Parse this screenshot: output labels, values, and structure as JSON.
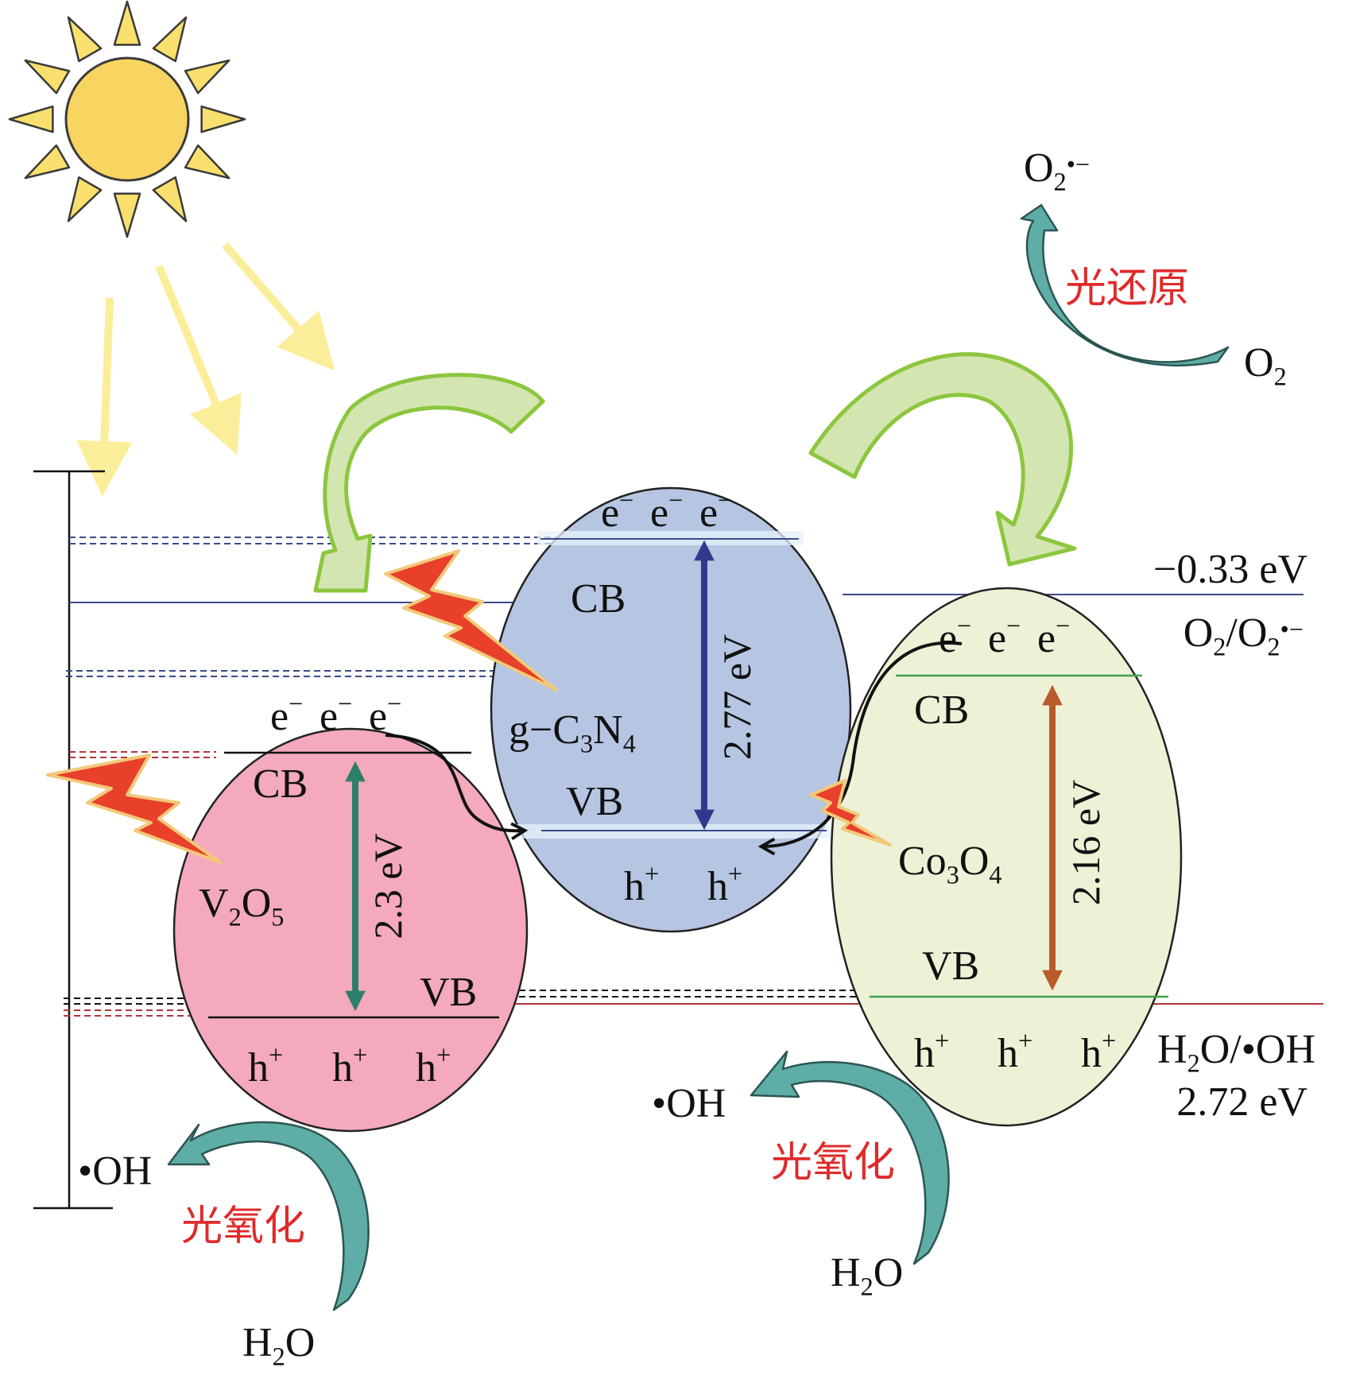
{
  "band_terms": {
    "cb": "CB",
    "vb": "VB",
    "electron": "e",
    "hole": "h"
  },
  "semiconductors": {
    "v2o5": {
      "formula": [
        "V",
        "2",
        "O",
        "5"
      ],
      "gap": "2.3 eV"
    },
    "g_c3n4": {
      "formula": [
        "g−C",
        "3",
        "N",
        "4"
      ],
      "gap": "2.77 eV"
    },
    "co3o4": {
      "formula": [
        "Co",
        "3",
        "O",
        "4"
      ],
      "gap": "2.16 eV"
    }
  },
  "potentials": {
    "reduction_value": "−0.33 eV",
    "reduction_couple": [
      "O",
      "2",
      "/O",
      "2",
      "•−"
    ],
    "oxidation_couple": [
      "H",
      "2",
      "O/•OH"
    ],
    "oxidation_value": "2.72 eV"
  },
  "species": {
    "o2_radical": [
      "O",
      "2",
      "•−"
    ],
    "o2": [
      "O",
      "2"
    ],
    "oh_radical": "•OH",
    "h2o": [
      "H",
      "2",
      "O"
    ]
  },
  "processes": {
    "photo_reduction": "光还原",
    "photo_oxidation": "光氧化"
  },
  "colors": {
    "v2o5_fill": "#f4a9bc",
    "g_c3n4_fill": "#b6c6e2",
    "co3o4_fill": "#edf2d6",
    "v2o5_gap_arrow": "#2e7f6a",
    "g_c3n4_gap_arrow": "#2f3a8e",
    "co3o4_gap_arrow": "#b85a2a",
    "process_label": "#e02a2a",
    "process_arrow": "#5fada7",
    "transfer_arrow": "#8cc63f",
    "lightning": "#e8402a",
    "sun": "#f8d460",
    "sun_ray": "#f9e06e",
    "light_beam": "#fbee9a"
  }
}
